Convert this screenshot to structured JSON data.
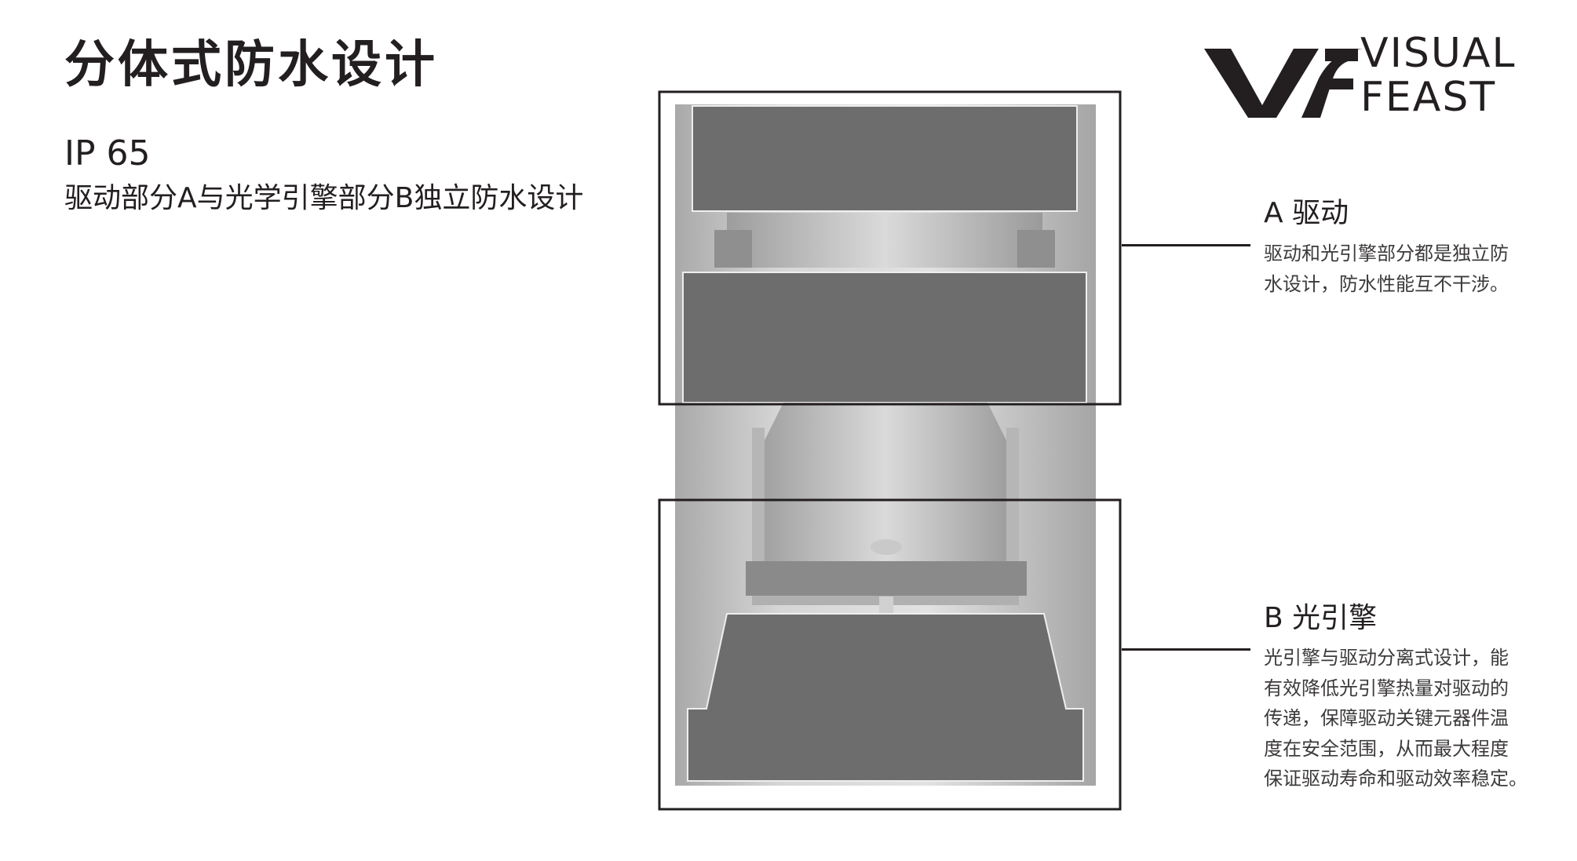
{
  "header": {
    "title": "分体式防水设计",
    "rating": "IP 65",
    "subtitle": "驱动部分A与光学引擎部分B独立防水设计"
  },
  "logo": {
    "mark": "VF",
    "line1": "VISUAL",
    "line2": "FEAST"
  },
  "callouts": [
    {
      "heading": "A  驱动",
      "lines": [
        "驱动和光引擎部分都是独立防",
        "水设计，防水性能互不干涉。"
      ]
    },
    {
      "heading": "B 光引擎",
      "lines": [
        "光引擎与驱动分离式设计，能",
        "有效降低光引擎热量对驱动的",
        "传递，保障驱动关键元器件温",
        "度在安全范围，从而最大程度",
        "保证驱动寿命和驱动效率稳定。"
      ]
    }
  ],
  "colors": {
    "text": "#231f20",
    "body_text": "#3d3a3b",
    "component_dark": "#6d6d6d",
    "housing_light": "#c8c8c8"
  }
}
